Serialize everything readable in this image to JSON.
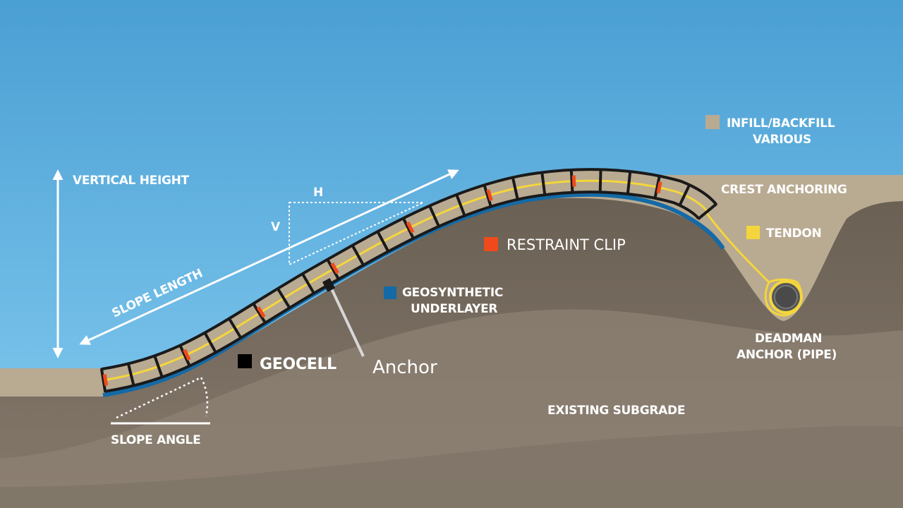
{
  "labels": {
    "vertical_height": "VERTICAL HEIGHT",
    "h": "H",
    "v": "V",
    "slope_length": "SLOPE LENGTH",
    "slope_angle": "SLOPE ANGLE",
    "geocell": "GEOCELL",
    "anchor": "Anchor",
    "geosynthetic_line1": "GEOSYNTHETIC",
    "geosynthetic_line2": "UNDERLAYER",
    "restraint_clip": "RESTRAINT CLIP",
    "infill_line1": "INFILL/BACKFILL",
    "infill_line2": "VARIOUS",
    "crest_anchoring": "CREST ANCHORING",
    "tendon": "TENDON",
    "deadman_line1": "DEADMAN",
    "deadman_line2": "ANCHOR (PIPE)",
    "existing_subgrade": "EXISTING SUBGRADE"
  },
  "colors": {
    "sky_top": "#4fa3d6",
    "sky_bottom": "#7cc6ee",
    "infill": "#b9aa92",
    "subgrade": "#6e6458",
    "subgrade_light": "#8d8274",
    "geocell": "#1a1a1a",
    "tendon": "#f4d63c",
    "underlayer": "#146aa6",
    "clip": "#f04a1c",
    "pipe": "#555"
  }
}
